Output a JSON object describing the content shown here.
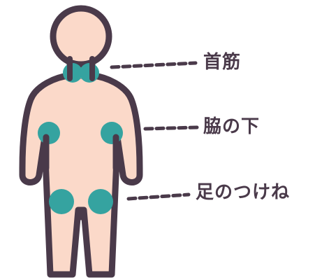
{
  "labels": {
    "neck": "首筋",
    "armpit": "脇の下",
    "groin": "足のつけね"
  },
  "colors": {
    "skin": "#fbd9c9",
    "outline": "#4a3a4a",
    "lymph_marker": "#35a3a0",
    "leader_line": "#4a3a4a",
    "background": "#ffffff"
  }
}
